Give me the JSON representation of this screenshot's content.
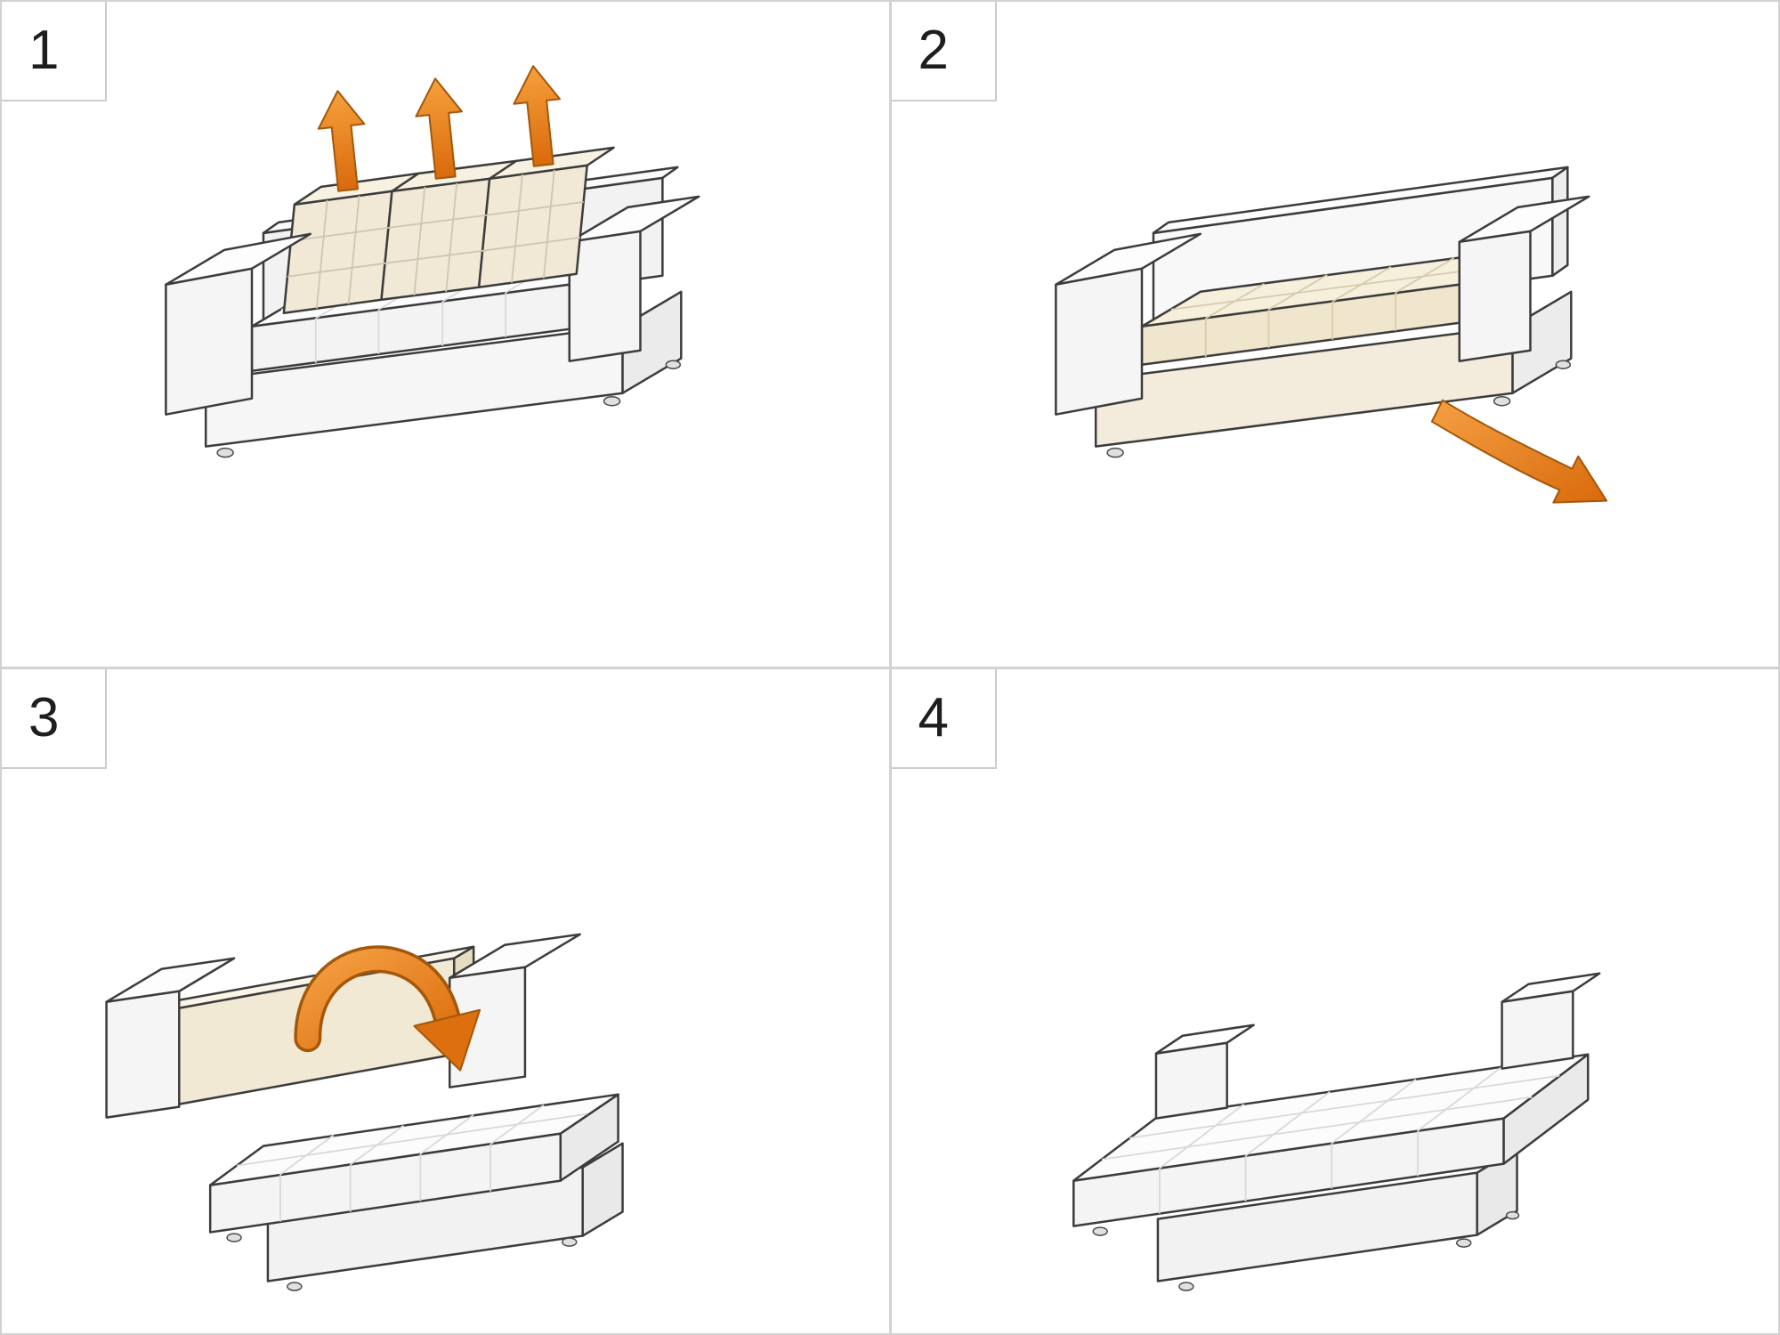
{
  "colors": {
    "accent_orange": "#EE8A1F",
    "accent_orange_dark": "#A3570A",
    "outline_gray": "#3C3C3C",
    "cushion_beige": "#F1E9D5",
    "panel_divider": "#D2D2D2",
    "step_text": "#1E1E1E"
  },
  "panels": [
    {
      "number": "1",
      "icon": "arrow-up-icon",
      "icon_count": 3
    },
    {
      "number": "2",
      "icon": "arrow-pull-out-icon",
      "icon_count": 1
    },
    {
      "number": "3",
      "icon": "arrow-fold-over-icon",
      "icon_count": 1
    },
    {
      "number": "4",
      "icon": "",
      "icon_count": 0
    }
  ]
}
